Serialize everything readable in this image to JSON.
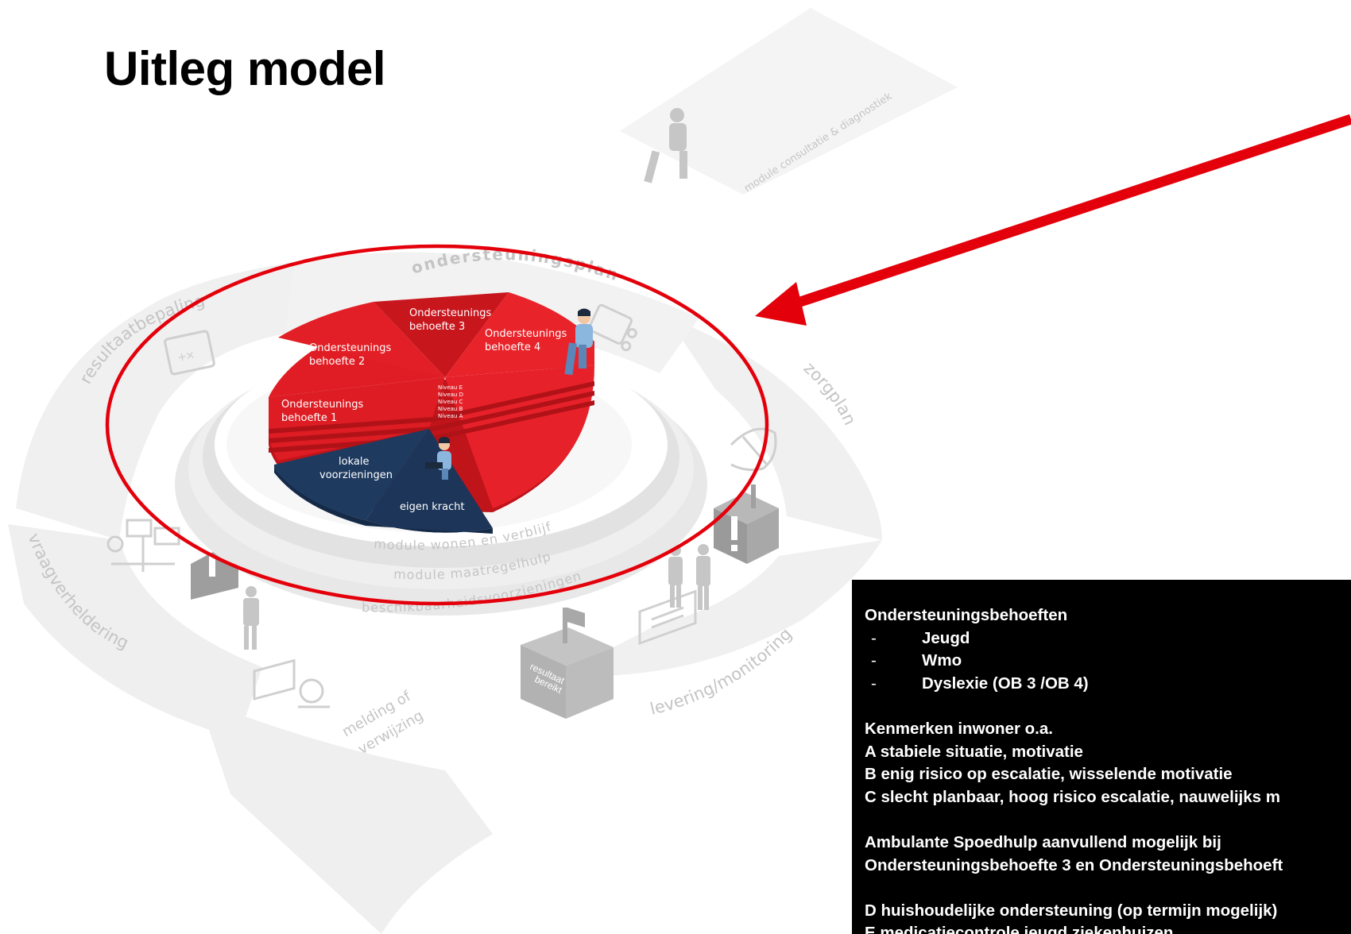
{
  "title": "Uitleg model",
  "colors": {
    "red": "#e31e26",
    "red_dark": "#b5161c",
    "navy": "#1f3a5f",
    "ring": "#eeeeee",
    "ring_text": "#c4c4c4",
    "highlight": "#e3000b",
    "panel": "#000000"
  },
  "ring_labels": {
    "ondersteuningsplan": "ondersteuningsplan",
    "resultaatbepaling": "resultaatbepaling",
    "zorgplan": "zorgplan",
    "vraagverheldering": "vraagverheldering",
    "levering": "levering/monitoring",
    "melding_line1": "melding of",
    "melding_line2": "verwijzing",
    "consultatie": "module consultatie & diagnostiek",
    "wonen": "module wonen en verblijf",
    "maatregel": "module maatregelhulp",
    "beschikbaarheid": "beschikbaarheidsvoorzieningen",
    "resultaat_line1": "resultaat",
    "resultaat_line2": "bereikt"
  },
  "pie": {
    "ob1_line1": "Ondersteunings",
    "ob1_line2": "behoefte 1",
    "ob2_line1": "Ondersteunings",
    "ob2_line2": "behoefte 2",
    "ob3_line1": "Ondersteunings",
    "ob3_line2": "behoefte 3",
    "ob4_line1": "Ondersteunings",
    "ob4_line2": "behoefte 4",
    "lokaal_line1": "lokale",
    "lokaal_line2": "voorzieningen",
    "eigen": "eigen kracht",
    "levels": [
      "Niveau E",
      "Niveau D",
      "Niveau C",
      "Niveau B",
      "Niveau A"
    ]
  },
  "icons": [
    "person-icon",
    "checklist-icon",
    "hand-icon",
    "puzzle-icon",
    "signpost-icon",
    "exclamation-box-icon"
  ],
  "info": {
    "heading1": "Ondersteuningsbehoeften",
    "items": [
      "Jeugd",
      "Wmo",
      "Dyslexie (OB 3 /OB 4)"
    ],
    "heading2": "Kenmerken inwoner o.a.",
    "kenmerk_a": "A stabiele situatie, motivatie",
    "kenmerk_b": "B enig risico op escalatie, wisselende motivatie",
    "kenmerk_c": "C slecht planbaar, hoog risico escalatie, nauwelijks m",
    "spoed_line1": "Ambulante Spoedhulp aanvullend mogelijk bij",
    "spoed_line2": "Ondersteuningsbehoefte 3 en Ondersteuningsbehoeft",
    "kenmerk_d": "D huishoudelijke ondersteuning (op termijn mogelijk)",
    "kenmerk_e": "E medicatiecontrole jeugd ziekenhuizen"
  }
}
